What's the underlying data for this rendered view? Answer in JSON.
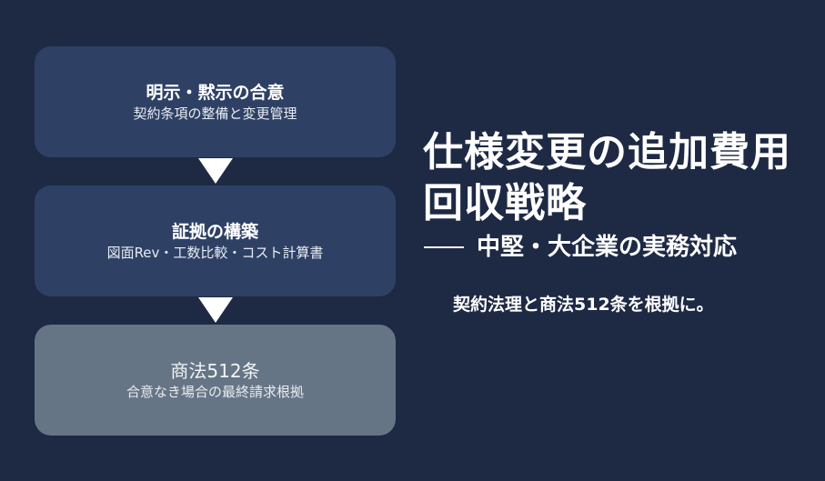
{
  "colors": {
    "background": "#1e2944",
    "box_primary": "#2e4165",
    "box_muted": "#667585",
    "text": "#ffffff"
  },
  "flow": {
    "steps": [
      {
        "title": "明示・黙示の合意",
        "subtitle": "契約条項の整備と変更管理"
      },
      {
        "title": "証拠の構築",
        "subtitle": "図面Rev・工数比較・コスト計算書"
      },
      {
        "title": "商法512条",
        "subtitle": "合意なき場合の最終請求根拠"
      }
    ],
    "connector_icon": "down-triangle-arrow"
  },
  "headline": {
    "line1": "仕様変更の追加費用",
    "line2": "回収戦略",
    "subtitle": "中堅・大企業の実務対応",
    "tagline": "契約法理と商法512条を根拠に。"
  }
}
